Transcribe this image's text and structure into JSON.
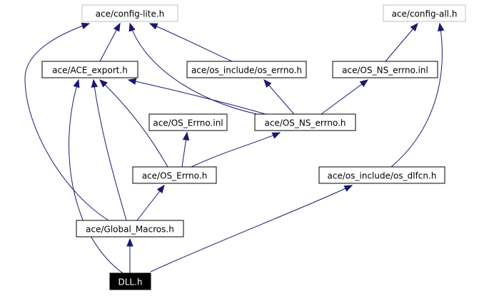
{
  "graph": {
    "nodes": [
      {
        "id": "config-lite",
        "label": "ace/config-lite.h",
        "style": "external"
      },
      {
        "id": "config-all",
        "label": "ace/config-all.h",
        "style": "external"
      },
      {
        "id": "ace-export",
        "label": "ace/ACE_export.h",
        "style": "normal"
      },
      {
        "id": "os-include-os-errno",
        "label": "ace/os_include/os_errno.h",
        "style": "normal"
      },
      {
        "id": "os-ns-errno-inl",
        "label": "ace/OS_NS_errno.inl",
        "style": "normal"
      },
      {
        "id": "os-errno-inl",
        "label": "ace/OS_Errno.inl",
        "style": "normal"
      },
      {
        "id": "os-ns-errno-h",
        "label": "ace/OS_NS_errno.h",
        "style": "normal"
      },
      {
        "id": "os-errno-h",
        "label": "ace/OS_Errno.h",
        "style": "normal"
      },
      {
        "id": "os-include-os-dlfcn",
        "label": "ace/os_include/os_dlfcn.h",
        "style": "normal"
      },
      {
        "id": "global-macros",
        "label": "ace/Global_Macros.h",
        "style": "normal"
      },
      {
        "id": "dll-h",
        "label": "DLL.h",
        "style": "focus"
      }
    ],
    "edges": [
      {
        "from": "dll-h",
        "to": "global-macros"
      },
      {
        "from": "dll-h",
        "to": "ace-export"
      },
      {
        "from": "dll-h",
        "to": "os-include-os-dlfcn"
      },
      {
        "from": "global-macros",
        "to": "ace-export"
      },
      {
        "from": "global-macros",
        "to": "config-lite"
      },
      {
        "from": "global-macros",
        "to": "os-errno-h"
      },
      {
        "from": "os-errno-h",
        "to": "ace-export"
      },
      {
        "from": "os-errno-h",
        "to": "os-errno-inl"
      },
      {
        "from": "os-errno-h",
        "to": "os-ns-errno-h"
      },
      {
        "from": "os-ns-errno-h",
        "to": "ace-export"
      },
      {
        "from": "os-ns-errno-h",
        "to": "config-lite"
      },
      {
        "from": "os-ns-errno-h",
        "to": "os-include-os-errno"
      },
      {
        "from": "os-ns-errno-h",
        "to": "os-ns-errno-inl"
      },
      {
        "from": "os-ns-errno-inl",
        "to": "config-all"
      },
      {
        "from": "os-include-os-errno",
        "to": "config-lite"
      },
      {
        "from": "ace-export",
        "to": "config-lite"
      },
      {
        "from": "os-include-os-dlfcn",
        "to": "config-all"
      }
    ]
  },
  "colors": {
    "edge": "#191970",
    "box_border": "#000000",
    "external_border": "#bfbfbf",
    "focus_fill": "#000000",
    "focus_text": "#ffffff",
    "background": "#ffffff"
  }
}
